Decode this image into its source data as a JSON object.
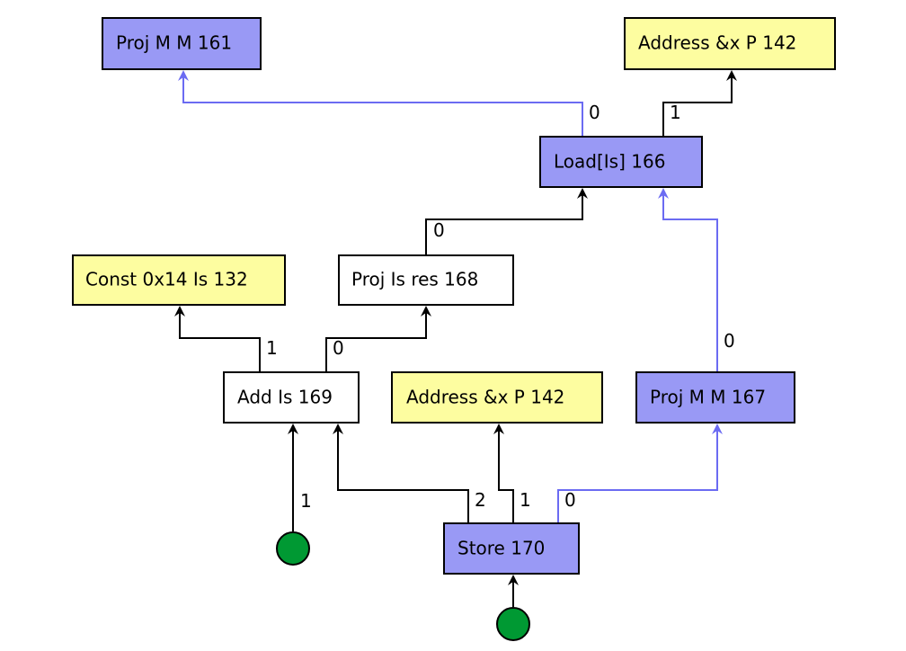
{
  "colors": {
    "memory_node": "#9999f5",
    "address_node": "#fdfda0",
    "plain_node": "#ffffff",
    "start_node": "#009933",
    "memory_edge": "#6b6bf2",
    "data_edge": "#000000"
  },
  "nodes": {
    "proj_m_161": "Proj M M 161",
    "address_top": "Address &x P 142",
    "load_166": "Load[Is]  166",
    "const_132": "Const 0x14 Is 132",
    "proj_res_168": "Proj Is res 168",
    "add_169": "Add Is 169",
    "address_mid": "Address &x P 142",
    "proj_m_167": "Proj M M 167",
    "store_170": "Store  170"
  },
  "edge_labels": {
    "load_to_proj161": "0",
    "load_to_address": "1",
    "proj168_to_load": "0",
    "add_to_const": "1",
    "add_to_proj168": "0",
    "proj167_to_load": "0",
    "start_to_add": "1",
    "store_to_add": "2",
    "store_to_address": "1",
    "store_to_proj167": "0"
  }
}
